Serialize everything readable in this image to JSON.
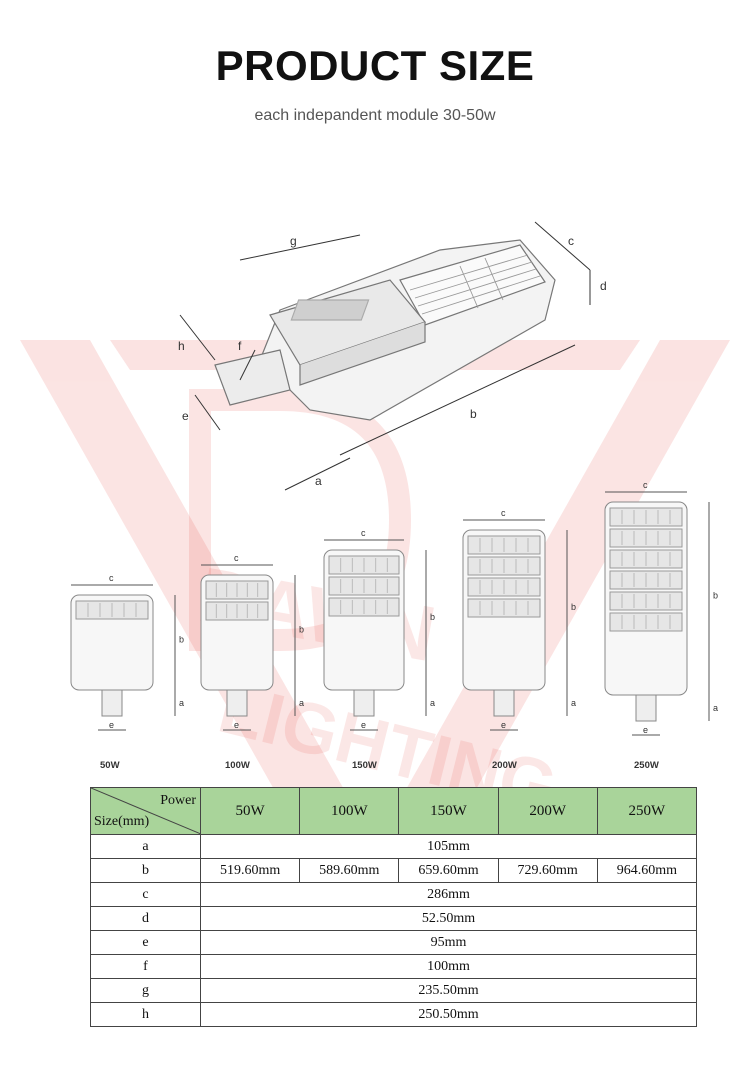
{
  "header": {
    "title": "PRODUCT SIZE",
    "subtitle": "each indepandent module 30-50w"
  },
  "watermark": {
    "line1": "DAWN",
    "line2": "LIGHTING",
    "color": "#e0241b"
  },
  "iso_labels": {
    "a": "a",
    "b": "b",
    "c": "c",
    "d": "d",
    "e": "e",
    "f": "f",
    "g": "g",
    "h": "h"
  },
  "lamps": [
    {
      "power": "50W",
      "c": "c",
      "b": "b",
      "a": "a",
      "e": "e"
    },
    {
      "power": "100W",
      "c": "c",
      "b": "b",
      "a": "a",
      "e": "e"
    },
    {
      "power": "150W",
      "c": "c",
      "b": "b",
      "a": "a",
      "e": "e"
    },
    {
      "power": "200W",
      "c": "c",
      "b": "b",
      "a": "a",
      "e": "e"
    },
    {
      "power": "250W",
      "c": "c",
      "b": "b",
      "a": "a",
      "e": "e"
    }
  ],
  "table": {
    "corner_top": "Power",
    "corner_bottom": "Size(mm)",
    "columns": [
      "50W",
      "100W",
      "150W",
      "200W",
      "250W"
    ],
    "header_color": "#a9d49a",
    "rows": [
      {
        "label": "a",
        "value": "105mm"
      },
      {
        "label": "b",
        "values": [
          "519.60mm",
          "589.60mm",
          "659.60mm",
          "729.60mm",
          "964.60mm"
        ]
      },
      {
        "label": "c",
        "value": "286mm"
      },
      {
        "label": "d",
        "value": "52.50mm"
      },
      {
        "label": "e",
        "value": "95mm"
      },
      {
        "label": "f",
        "value": "100mm"
      },
      {
        "label": "g",
        "value": "235.50mm"
      },
      {
        "label": "h",
        "value": "250.50mm"
      }
    ]
  }
}
